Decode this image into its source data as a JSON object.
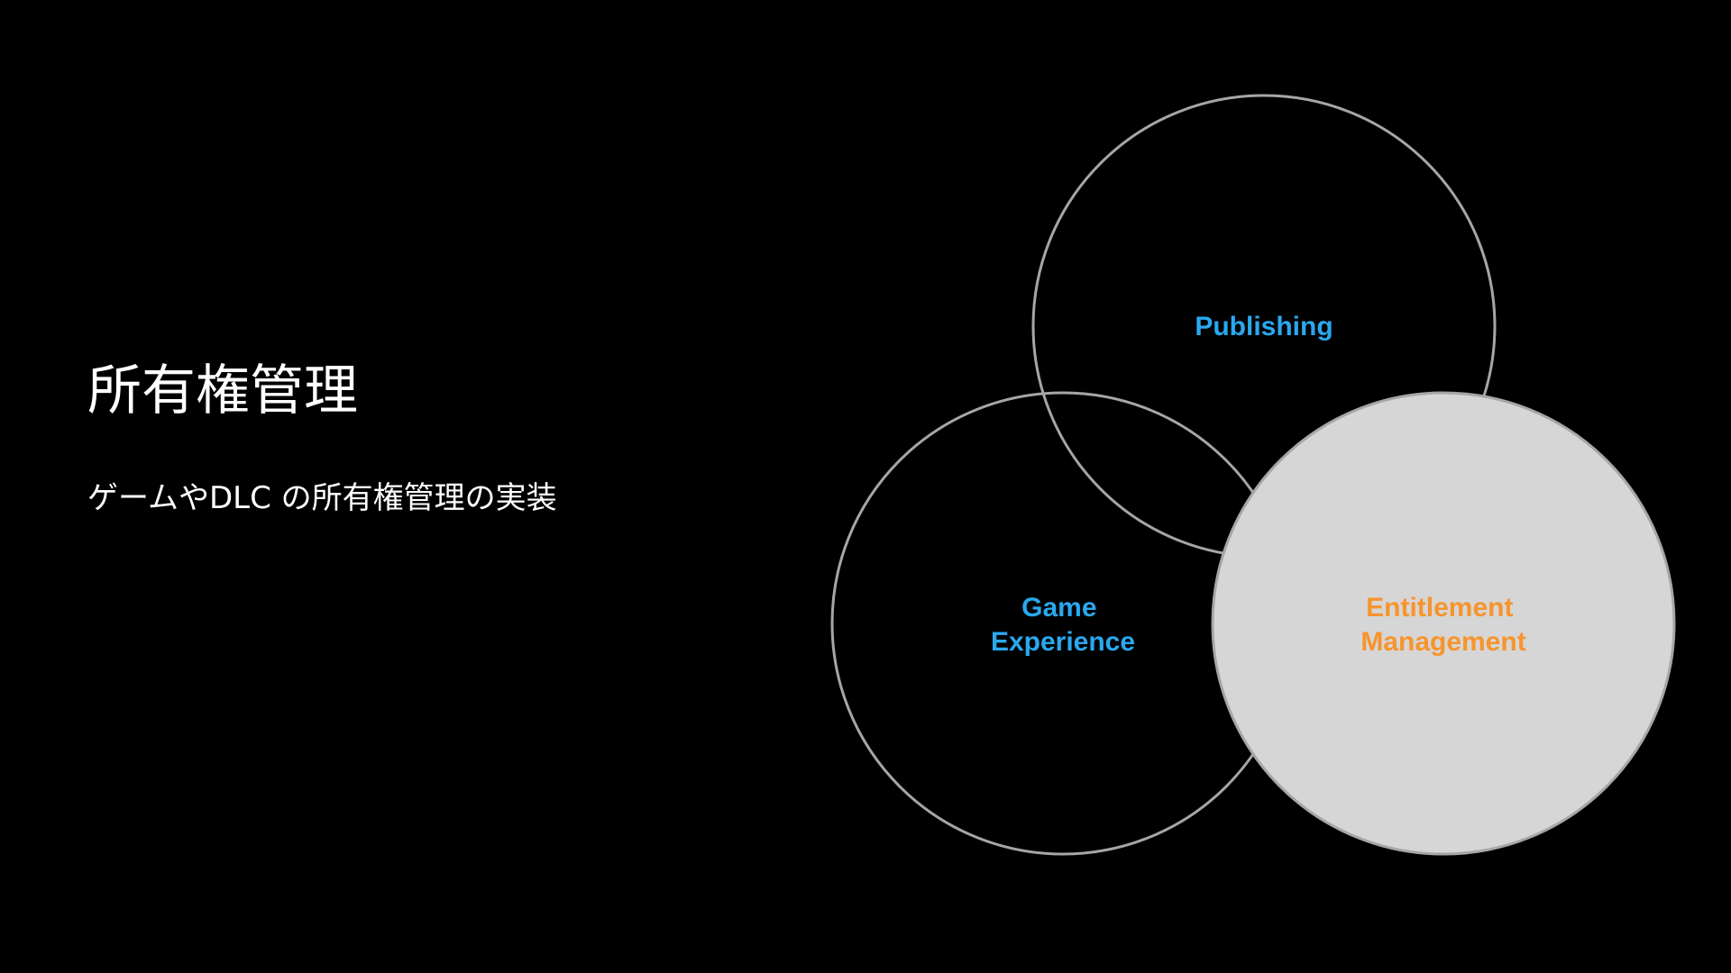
{
  "slide": {
    "title": "所有権管理",
    "subtitle": "ゲームやDLC の所有権管理の実装"
  },
  "diagram": {
    "type": "venn",
    "circles": [
      {
        "label": "Publishing",
        "highlighted": false
      },
      {
        "label_lines": [
          "Game",
          "Experience"
        ],
        "highlighted": false
      },
      {
        "label_lines": [
          "Entitlement",
          "Management"
        ],
        "highlighted": true
      }
    ]
  },
  "colors": {
    "background": "#000000",
    "text": "#ffffff",
    "circle_stroke": "#a6a6a6",
    "highlight_fill": "#d6d6d6",
    "label_blue": "#2aa8ef",
    "label_orange": "#f7942d"
  }
}
